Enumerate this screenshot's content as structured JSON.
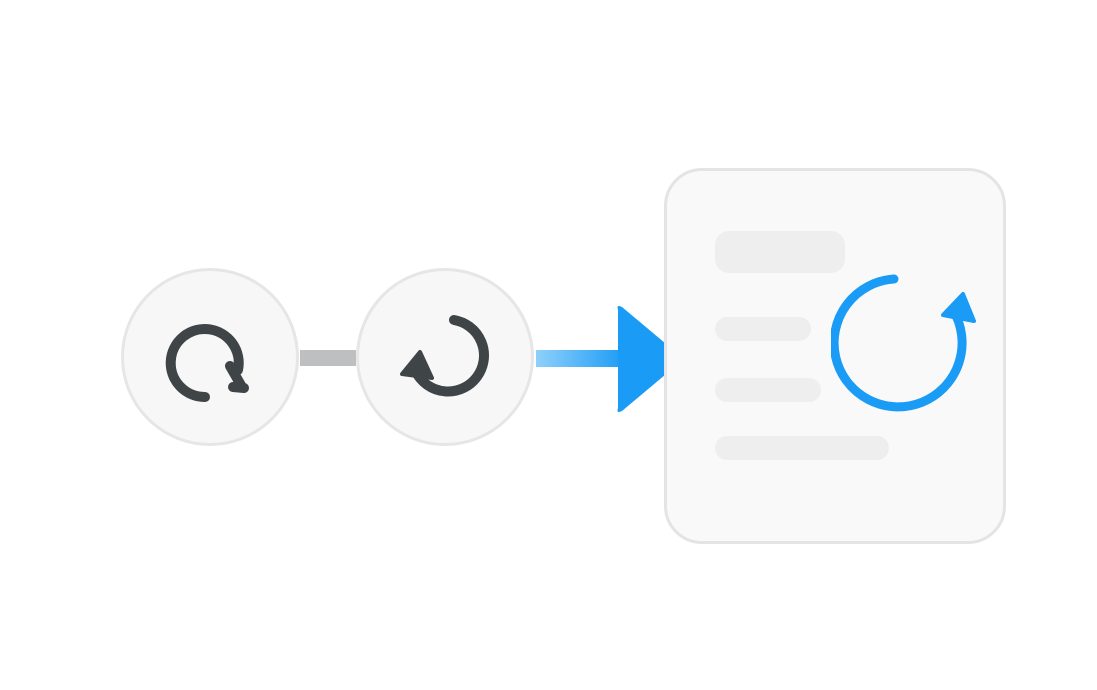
{
  "diagram": {
    "nodes": [
      {
        "id": "undo",
        "icon": "rotate-ccw-icon"
      },
      {
        "id": "redo",
        "icon": "rotate-cw-icon"
      },
      {
        "id": "document",
        "icon": "refresh-icon"
      }
    ],
    "edges": [
      {
        "from": "undo",
        "to": "redo",
        "style": "plain"
      },
      {
        "from": "redo",
        "to": "document",
        "style": "arrow"
      }
    ],
    "colors": {
      "accent": "#1a9bf5",
      "icon_dark": "#3f4447",
      "connector": "#bdbfc1",
      "node_fill": "#f7f7f7",
      "node_border": "#e6e6e6",
      "doc_lines": "#eeeeee"
    }
  }
}
